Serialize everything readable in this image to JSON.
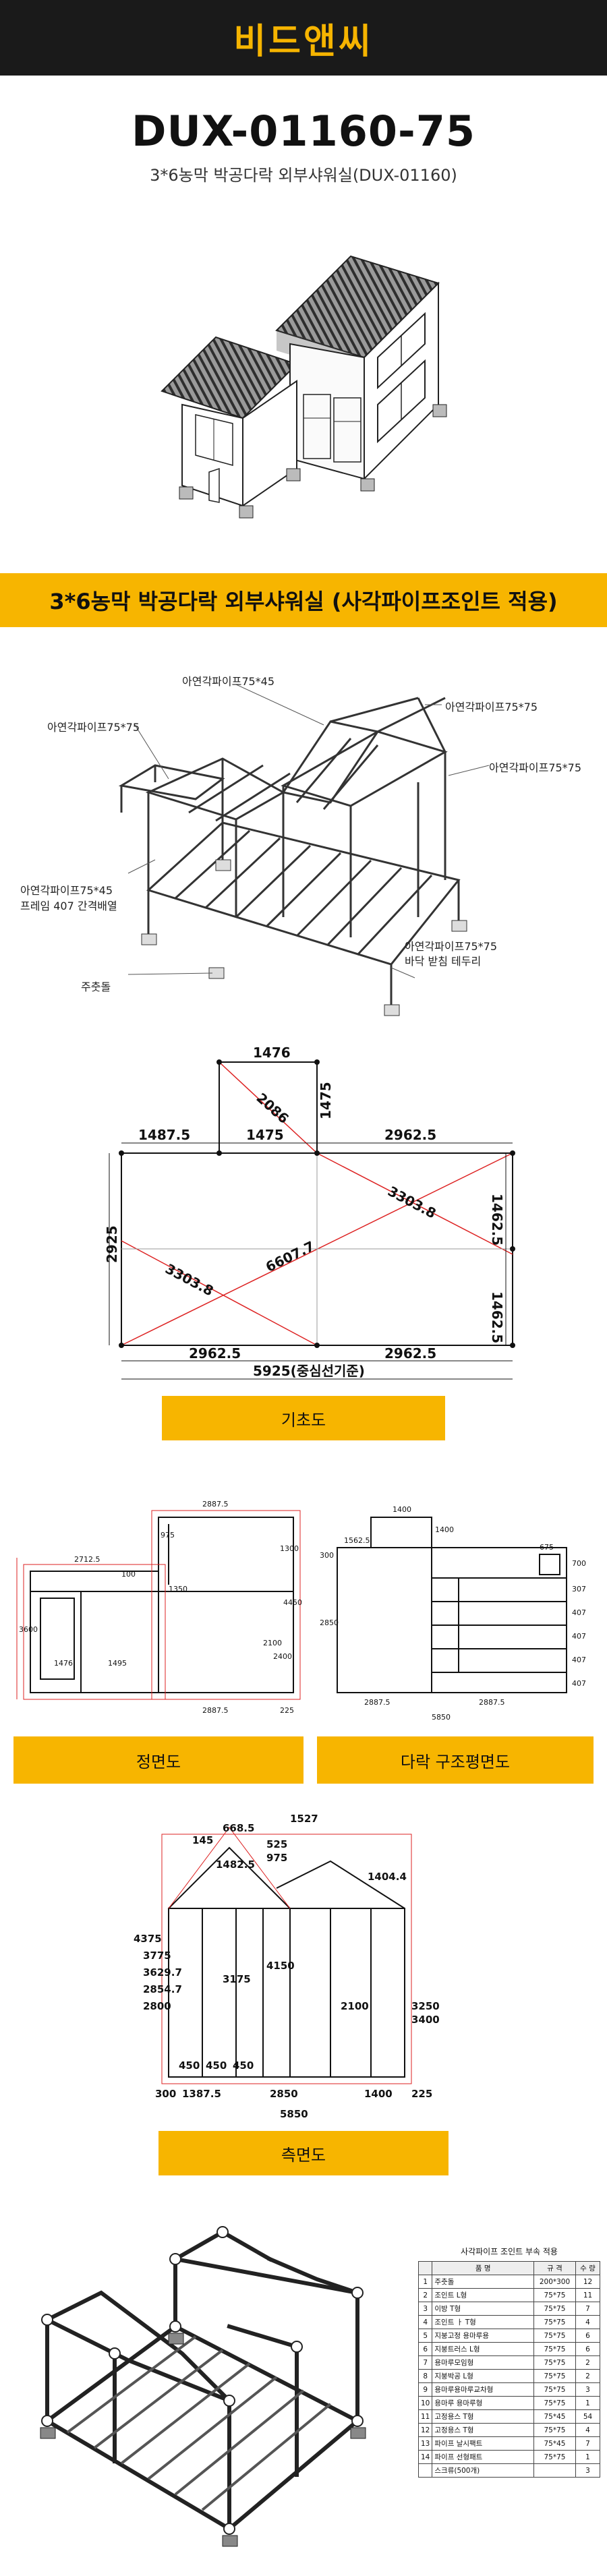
{
  "brand": {
    "logo_text": "비드앤씨"
  },
  "product": {
    "code": "DUX-01160-75",
    "subtitle": "3*6농막 박공다락 외부샤워실(DUX-01160)"
  },
  "banner_title": "3*6농막 박공다락 외부샤워실 (사각파이프조인트 적용)",
  "frame_callouts": {
    "top_pipe": "아연각파이프75*45",
    "left_pipe": "아연각파이프75*75",
    "right_upper_pipe": "아연각파이프75*75",
    "right_pipe": "아연각파이프75*75",
    "frame_pipe": "아연각파이프75*45",
    "frame_spacing": "프레임 407 간격배열",
    "floor_pipe": "아연각파이프75*75",
    "floor_edge": "바닥 받침 테두리",
    "foot": "주춧돌"
  },
  "foundation": {
    "top_small_w": "1476",
    "small_diag": "2086",
    "small_h": "1475",
    "w_left": "1487.5",
    "w_mid": "1475",
    "w_right": "2962.5",
    "diag_right": "3303.8",
    "diag_main": "6607.7",
    "diag_left": "3303.8",
    "h_left": "2925",
    "h_right_top": "1462.5",
    "h_right_bottom": "1462.5",
    "bottom_left": "2962.5",
    "bottom_right": "2962.5",
    "total": "5925(중심선기준)",
    "label": "기초도"
  },
  "front_view": {
    "label": "정면도",
    "dims": [
      "2887.5",
      "2712.5",
      "100",
      "975",
      "1300",
      "1476",
      "1495",
      "1350",
      "3600",
      "4450",
      "2100",
      "2400",
      "2887.5",
      "225"
    ]
  },
  "plan_view": {
    "label": "다락 구조평면도",
    "dims": [
      "1400",
      "1562.5",
      "1400",
      "675",
      "300",
      "700",
      "2850",
      "307",
      "407",
      "407",
      "407",
      "407",
      "2887.5",
      "2887.5",
      "5850"
    ]
  },
  "side_view": {
    "label": "측면도",
    "dims": [
      "1527",
      "668.5",
      "145",
      "525",
      "975",
      "1482.5",
      "1404.4",
      "4375",
      "3775",
      "3629.7",
      "2854.7",
      "2800",
      "3175",
      "4150",
      "2100",
      "3250",
      "3400",
      "450",
      "450",
      "450",
      "300",
      "1387.5",
      "2850",
      "1400",
      "225",
      "5850"
    ]
  },
  "parts_table": {
    "title": "사각파이프 조인트 부속 적용",
    "headers": [
      "",
      "품 명",
      "규 격",
      "수 량"
    ],
    "rows": [
      [
        "1",
        "주춧돌",
        "200*300",
        "12"
      ],
      [
        "2",
        "조인트 L형",
        "75*75",
        "11"
      ],
      [
        "3",
        "이방 T형",
        "75*75",
        "7"
      ],
      [
        "4",
        "조인트 ㅏ T형",
        "75*75",
        "4"
      ],
      [
        "5",
        "지붕고정 용마루용",
        "75*75",
        "6"
      ],
      [
        "6",
        "지붕트러스 L형",
        "75*75",
        "6"
      ],
      [
        "7",
        "용마루모임형",
        "75*75",
        "2"
      ],
      [
        "8",
        "지붕박공 L형",
        "75*75",
        "2"
      ],
      [
        "9",
        "용마루용마루교차형",
        "75*75",
        "3"
      ],
      [
        "10",
        "용마루 용마루형",
        "75*75",
        "1"
      ],
      [
        "11",
        "고정용스 T형",
        "75*45",
        "54"
      ],
      [
        "12",
        "고정용스 T형",
        "75*75",
        "4"
      ],
      [
        "13",
        "파이프 날시팩트",
        "75*45",
        "7"
      ],
      [
        "14",
        "파이프 선형패트",
        "75*75",
        "1"
      ],
      [
        "",
        "스크류(500개)",
        "",
        "3"
      ]
    ]
  }
}
